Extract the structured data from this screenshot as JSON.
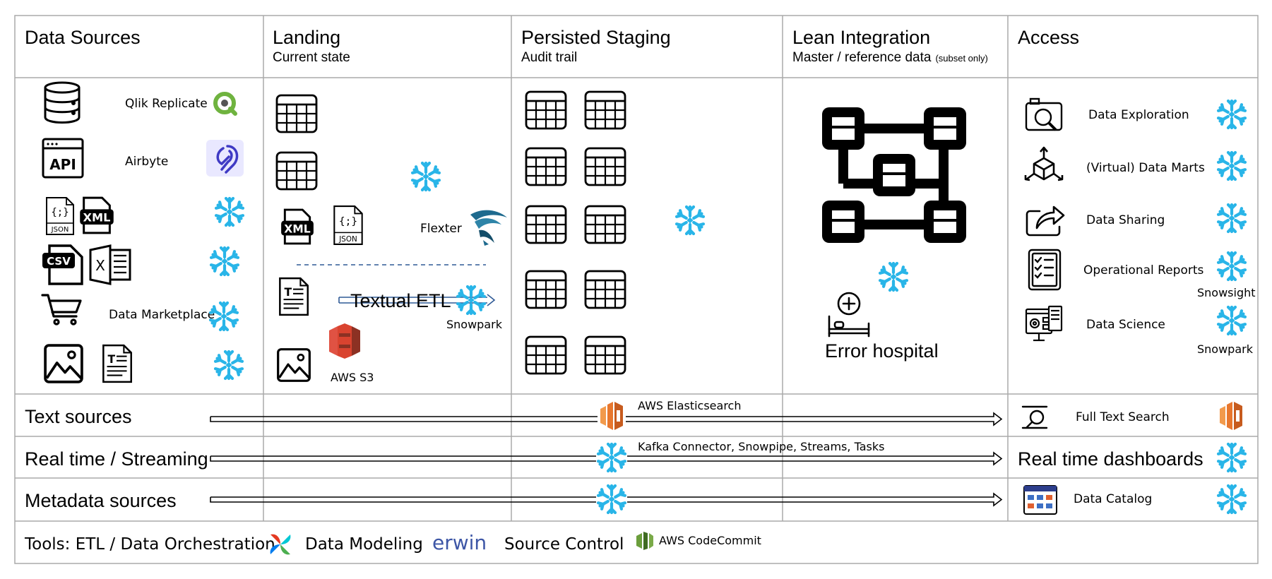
{
  "columns": [
    {
      "title": "Data Sources",
      "subtitle": ""
    },
    {
      "title": "Landing",
      "subtitle": "Current state"
    },
    {
      "title": "Persisted Staging",
      "subtitle": "Audit trail"
    },
    {
      "title": "Lean Integration",
      "subtitle": "Master / reference data",
      "subtitle_note": "(subset only)"
    },
    {
      "title": "Access",
      "subtitle": ""
    }
  ],
  "sources": {
    "qlik": "Qlik Replicate",
    "airbyte": "Airbyte",
    "api": "API",
    "json": "JSON",
    "xml": "XML",
    "csv": "CSV",
    "marketplace": "Data Marketplace"
  },
  "landing": {
    "flexter": "Flexter",
    "textual_etl": "Textual ETL",
    "snowpark": "Snowpark",
    "aws_s3": "AWS S3",
    "xml": "XML",
    "json": "JSON"
  },
  "integration": {
    "error_hospital": "Error hospital"
  },
  "access": [
    {
      "label": "Data Exploration",
      "icon": "camera-search-icon"
    },
    {
      "label": "(Virtual) Data Marts",
      "icon": "cube-icon"
    },
    {
      "label": "Data Sharing",
      "icon": "share-icon"
    },
    {
      "label": "Operational Reports",
      "icon": "report-checklist-icon",
      "note": "Snowsight"
    },
    {
      "label": "Data Science",
      "icon": "data-science-icon",
      "note": "Snowpark"
    }
  ],
  "rows": {
    "text_sources": {
      "title": "Text sources",
      "via": "AWS Elasticsearch",
      "target": "Full Text Search"
    },
    "realtime": {
      "title": "Real time / Streaming",
      "via": "Kafka Connector, Snowpipe, Streams, Tasks",
      "target": "Real time dashboards"
    },
    "metadata": {
      "title": "Metadata sources",
      "target": "Data Catalog"
    }
  },
  "tools": {
    "etl_label": "Tools: ETL / Data Orchestration",
    "modeling_label": "Data Modeling",
    "erwin": "erwin",
    "source_control_label": "Source Control",
    "codecommit": "AWS CodeCommit"
  },
  "colors": {
    "snowflake": "#29B5E8",
    "aws_orange": "#E8772E",
    "aws_s3_red": "#D9432F",
    "airbyte_purple": "#615EFF",
    "qlik_green": "#6FB33F",
    "erwin_blue": "#3D56A6",
    "grid_line": "#aaaaaa",
    "flexter_blue": "#1E6A8E"
  }
}
